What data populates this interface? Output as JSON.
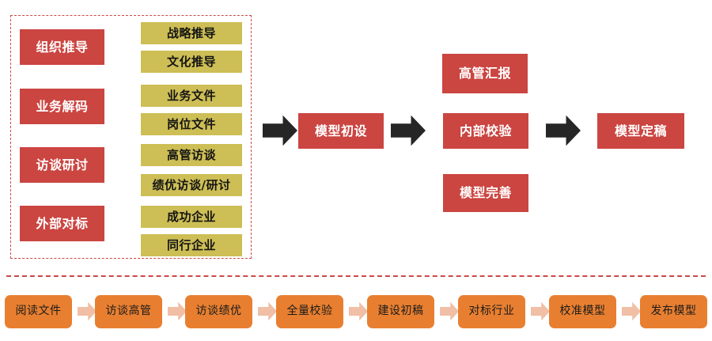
{
  "diagram": {
    "title_colors": {
      "red": "#CB4541",
      "yellow": "#CDBE55",
      "orange": "#E87F30",
      "arrow_dark": "#262626",
      "arrow_pink": "#F0BFA5",
      "dashed_border": "#CB4A47"
    },
    "input_group": {
      "categories": [
        {
          "label": "组织推导"
        },
        {
          "label": "业务解码"
        },
        {
          "label": "访谈研讨"
        },
        {
          "label": "外部对标"
        }
      ],
      "sources": [
        {
          "label": "战略推导"
        },
        {
          "label": "文化推导"
        },
        {
          "label": "业务文件"
        },
        {
          "label": "岗位文件"
        },
        {
          "label": "高管访谈"
        },
        {
          "label": "绩优访谈/研讨"
        },
        {
          "label": "成功企业"
        },
        {
          "label": "同行企业"
        }
      ]
    },
    "flow": {
      "stage_1": {
        "label": "模型初设"
      },
      "stage_2_top": {
        "label": "高管汇报"
      },
      "stage_2_mid": {
        "label": "内部校验"
      },
      "stage_2_bottom": {
        "label": "模型完善"
      },
      "stage_3": {
        "label": "模型定稿"
      }
    },
    "timeline": {
      "steps": [
        {
          "label": "阅读文件"
        },
        {
          "label": "访谈高管"
        },
        {
          "label": "访谈绩优"
        },
        {
          "label": "全量校验"
        },
        {
          "label": "建设初稿"
        },
        {
          "label": "对标行业"
        },
        {
          "label": "校准模型"
        },
        {
          "label": "发布模型"
        }
      ]
    }
  }
}
